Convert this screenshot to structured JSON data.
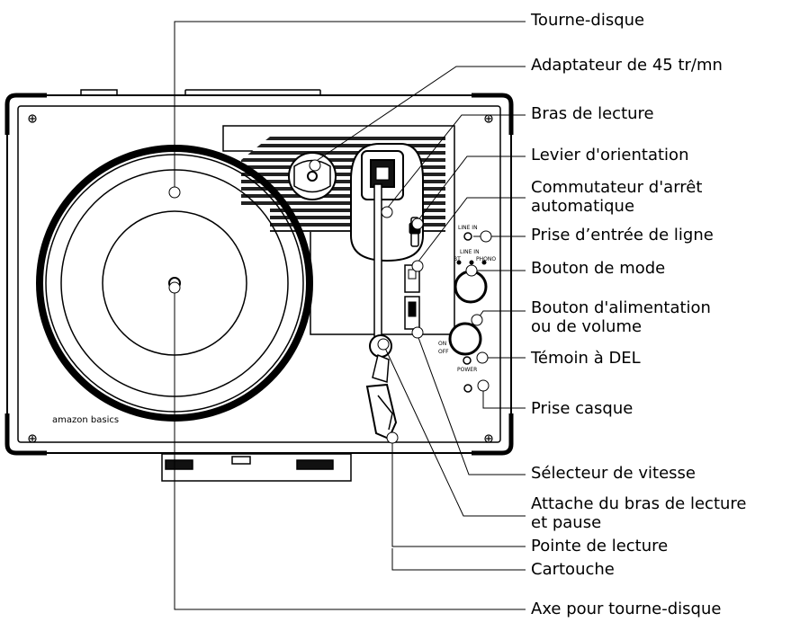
{
  "device": {
    "brand_logo": "amazon basics",
    "panel_labels": {
      "line_in_top": "LINE IN",
      "line_in_mode": "LINE IN",
      "bt": "BT",
      "phono": "PHONO",
      "on": "ON",
      "off": "OFF",
      "power": "POWER"
    }
  },
  "callouts": {
    "turntable": "Tourne-disque",
    "adapter_45": "Adaptateur de 45 tr/mn",
    "tonearm": "Bras de lecture",
    "cue_lever": "Levier d'orientation",
    "auto_stop_line1": "Commutateur d'arrêt",
    "auto_stop_line2": "automatique",
    "line_in_jack": "Prise d’entrée de ligne",
    "mode_button": "Bouton de mode",
    "power_volume_line1": "Bouton d'alimentation",
    "power_volume_line2": "ou de volume",
    "led": "Témoin à DEL",
    "headphone_jack": "Prise casque",
    "speed_selector": "Sélecteur de vitesse",
    "tonearm_clip_line1": "Attache du bras de lecture",
    "tonearm_clip_line2": "et pause",
    "stylus": "Pointe de lecture",
    "cartridge": "Cartouche",
    "spindle": "Axe pour tourne-disque"
  }
}
